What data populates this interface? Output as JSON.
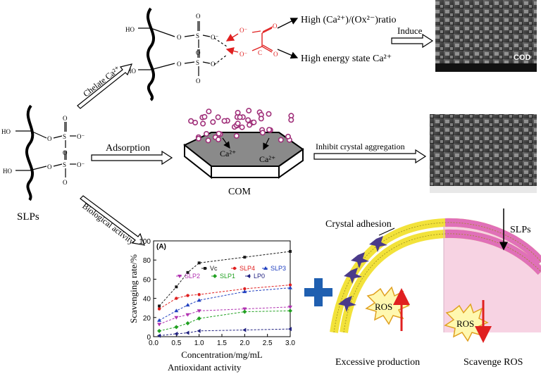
{
  "top": {
    "chelate_label": "Chelate Ca²⁺",
    "ratio_text": "High (Ca²⁺)/(Ox²⁻)ratio",
    "energy_text": "High energy state Ca²⁺",
    "induce_label": "Induce",
    "cod_label": "COD",
    "ho_label": "HO",
    "o_label": "O",
    "s_label": "S",
    "o_minus_label": "O⁻",
    "ox_o_minus": "O⁻",
    "ox_o": "O",
    "ox_c": "C"
  },
  "middle": {
    "adsorption_label": "Adsorption",
    "com_label": "COM",
    "ca_label": "Ca²⁺",
    "inhibit_label": "Inhibit crystal aggregation",
    "ho_label": "HO",
    "o_label": "O",
    "s_label": "S",
    "o_minus_label": "O⁻"
  },
  "bottom": {
    "slps_label": "SLPs",
    "bio_label": "Biological activity",
    "antioxidant_label": "Antioxidant activity",
    "crystal_adhesion_label": "Crystal adhesion",
    "slps_arrow_label": "SLPs",
    "ros_label": "ROS",
    "excessive_label": "Excessive production",
    "scavenge_label": "Scavenge ROS"
  },
  "colors": {
    "oxalate": "#e02020",
    "particle": "#a0307a",
    "membrane_yellow": "#f2e23a",
    "membrane_pink": "#e070b8",
    "pink_bg": "#f7d3e3",
    "ros_arrow": "#e02020",
    "plus": "#1f5fb0",
    "crystal_dark": "#3a3a3a"
  },
  "chart_data": {
    "type": "line",
    "panel_label": "(A)",
    "xlabel": "Concentration/mg/mL",
    "ylabel": "Scavenging rate/%",
    "xlim": [
      0,
      3.0
    ],
    "ylim": [
      0,
      100
    ],
    "xticks": [
      "0.0",
      "0.5",
      "1.0",
      "1.5",
      "2.0",
      "2.5",
      "3.0"
    ],
    "yticks": [
      "0",
      "20",
      "40",
      "60",
      "80",
      "100"
    ],
    "x": [
      0.125,
      0.5,
      0.75,
      1.0,
      2.0,
      3.0
    ],
    "series": [
      {
        "name": "Vc",
        "color": "#1a1a1a",
        "values": [
          32,
          52,
          67,
          77,
          83,
          89
        ]
      },
      {
        "name": "SLP4",
        "color": "#e02020",
        "values": [
          29,
          40,
          43,
          44,
          50,
          54
        ]
      },
      {
        "name": "SLP3",
        "color": "#2040c0",
        "values": [
          17,
          27,
          33,
          38,
          47,
          51
        ]
      },
      {
        "name": "SLP2",
        "color": "#b030b0",
        "values": [
          13,
          20,
          23,
          27,
          29,
          31
        ]
      },
      {
        "name": "SLP1",
        "color": "#20a020",
        "values": [
          6,
          10,
          14,
          19,
          26,
          27
        ]
      },
      {
        "name": "LP0",
        "color": "#202080",
        "values": [
          1,
          3,
          4,
          6,
          7,
          8
        ]
      }
    ]
  }
}
